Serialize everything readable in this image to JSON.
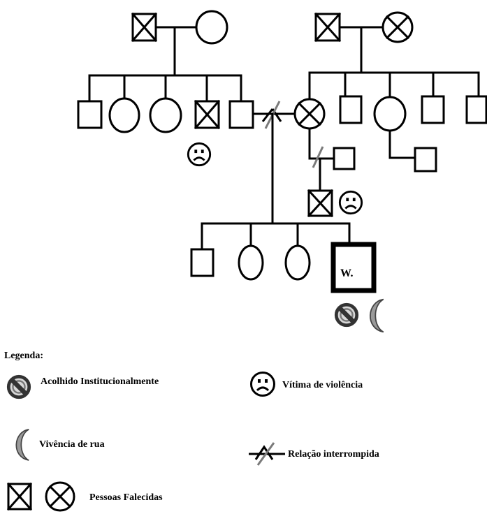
{
  "genogram": {
    "index_label": "W."
  },
  "legend": {
    "title": "Legenda:",
    "items": [
      {
        "icon": "institutional-care-icon",
        "label": "Acolhido Institucionalmente"
      },
      {
        "icon": "violence-victim-icon",
        "label": "Vítima de violência"
      },
      {
        "icon": "street-life-icon",
        "label": "Vivência de rua"
      },
      {
        "icon": "interrupted-relationship-icon",
        "label": "Relação interrompida"
      },
      {
        "icon": "deceased-icon",
        "label": "Pessoas Falecidas"
      }
    ]
  }
}
